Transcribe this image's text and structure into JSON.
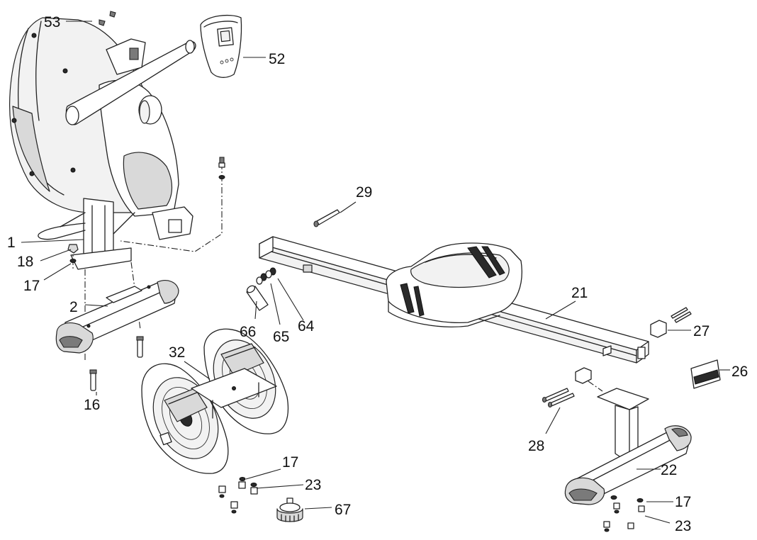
{
  "callouts": [
    {
      "id": "c1",
      "text": "1"
    },
    {
      "id": "c2",
      "text": "2"
    },
    {
      "id": "c16",
      "text": "16"
    },
    {
      "id": "c17a",
      "text": "17"
    },
    {
      "id": "c18",
      "text": "18"
    },
    {
      "id": "c53",
      "text": "53"
    },
    {
      "id": "c52",
      "text": "52"
    },
    {
      "id": "c29",
      "text": "29"
    },
    {
      "id": "c21",
      "text": "21"
    },
    {
      "id": "c27",
      "text": "27"
    },
    {
      "id": "c26",
      "text": "26"
    },
    {
      "id": "c28",
      "text": "28"
    },
    {
      "id": "c22",
      "text": "22"
    },
    {
      "id": "c17c",
      "text": "17"
    },
    {
      "id": "c23b",
      "text": "23"
    },
    {
      "id": "c32",
      "text": "32"
    },
    {
      "id": "c66",
      "text": "66"
    },
    {
      "id": "c65",
      "text": "65"
    },
    {
      "id": "c64",
      "text": "64"
    },
    {
      "id": "c17b",
      "text": "17"
    },
    {
      "id": "c23a",
      "text": "23"
    },
    {
      "id": "c67",
      "text": "67"
    }
  ]
}
